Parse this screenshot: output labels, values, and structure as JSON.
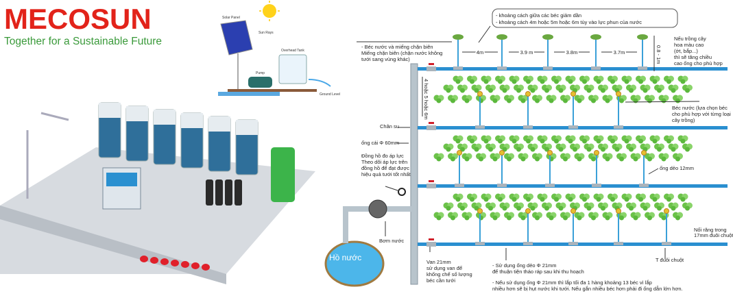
{
  "logo": {
    "brand": "MECOSUN",
    "tagline": "Together for a Sustainable Future"
  },
  "colors": {
    "brand_red": "#e2231a",
    "brand_green": "#3a9a3a",
    "pipe_blue": "#2a8fd0",
    "plant_green": "#6cc24a",
    "valve_red": "#d0202a"
  },
  "solar": {
    "panel": "Solar Panel",
    "rays": "Sun Rays",
    "tank": "Overhead Tank",
    "pump": "Pump",
    "ground": "Ground Level"
  },
  "diagram": {
    "note_box": [
      "- khoảng cách giữa các béc giảm dần",
      "- khoảng cách 4m hoặc 5m hoặc 6m tùy vào lực phun của nước"
    ],
    "spacings": [
      "4m",
      "3.9 m",
      "3.8m",
      "3.7m"
    ],
    "height_label": "0.8 - 1m",
    "row_spacing": "4 hoặc 5 hoặc 6m",
    "tall_crop_note": [
      "Nếu trồng cây",
      "hoa màu cao",
      "(ớt, bắp...)",
      "thì sẽ tăng chiều",
      "cao ống cho phù hợp"
    ],
    "sprinkler_note": [
      "- Béc nước và miếng chặn biên",
      "Miếng chặn biên (chặn nước không",
      "tưới sang vùng khác)"
    ],
    "nozzle_note": [
      "Béc nước (lựa chọn béc",
      "cho phù hợp với từng loại",
      "cây trồng)"
    ],
    "rubber_seal": "Chân su",
    "main_pipe": "ống cái Φ 60mm",
    "gauge_note": [
      "Đồng hồ đo áp lực",
      "Theo dõi áp lực trên",
      "đồng hồ để đạt được",
      "hiệu quả tưới tốt nhất"
    ],
    "flex_pipe": "ống dẻo 12mm",
    "barb_note": [
      "Nối răng trong",
      "17mm đuôi chuột"
    ],
    "pump": "Bơm nước",
    "pond": "Hồ nước",
    "valve_note": [
      "Van 21mm",
      "sử dụng van để",
      "khống chế số lượng",
      "béc cần tưới"
    ],
    "pipe_note": [
      "- Sử dụng ống dẻo Φ 21mm",
      "để thuận tiện tháo ráp sau khi thu hoạch"
    ],
    "limit_note": [
      "- Nếu sử dụng ống Φ 21mm thì lắp tối đa 1 hàng khoảng 13 béc vì lắp",
      "nhiều hơn sẽ bị hụt nước khi tưới. Nếu gắn nhiều béc hơn phải đi ống dẫn lớn hơn."
    ],
    "tee": "T đuôi chuột"
  }
}
